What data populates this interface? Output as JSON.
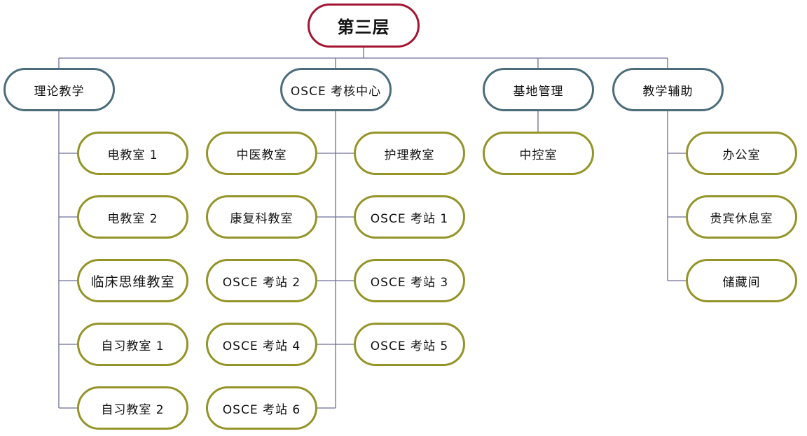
{
  "root": {
    "label": "第三层"
  },
  "departments": [
    {
      "label": "理论教学",
      "rooms": [
        "电教室 1",
        "电教室 2",
        "临床思维教室",
        "自习教室 1",
        "自习教室 2"
      ]
    },
    {
      "label": "OSCE 考核中心",
      "rooms_left": [
        "中医教室",
        "康复科教室",
        "OSCE 考站 2",
        "OSCE 考站 4",
        "OSCE 考站 6"
      ],
      "rooms_right": [
        "护理教室",
        "OSCE 考站 1",
        "OSCE 考站 3",
        "OSCE 考站 5"
      ]
    },
    {
      "label": "基地管理",
      "rooms": [
        "中控室"
      ]
    },
    {
      "label": "教学辅助",
      "rooms": [
        "办公室",
        "贵宾休息室",
        "储藏间"
      ]
    }
  ],
  "colors": {
    "root_border": "#a31631",
    "department_border": "#4b6c79",
    "room_border": "#949428",
    "connector": "#6e6e96"
  }
}
